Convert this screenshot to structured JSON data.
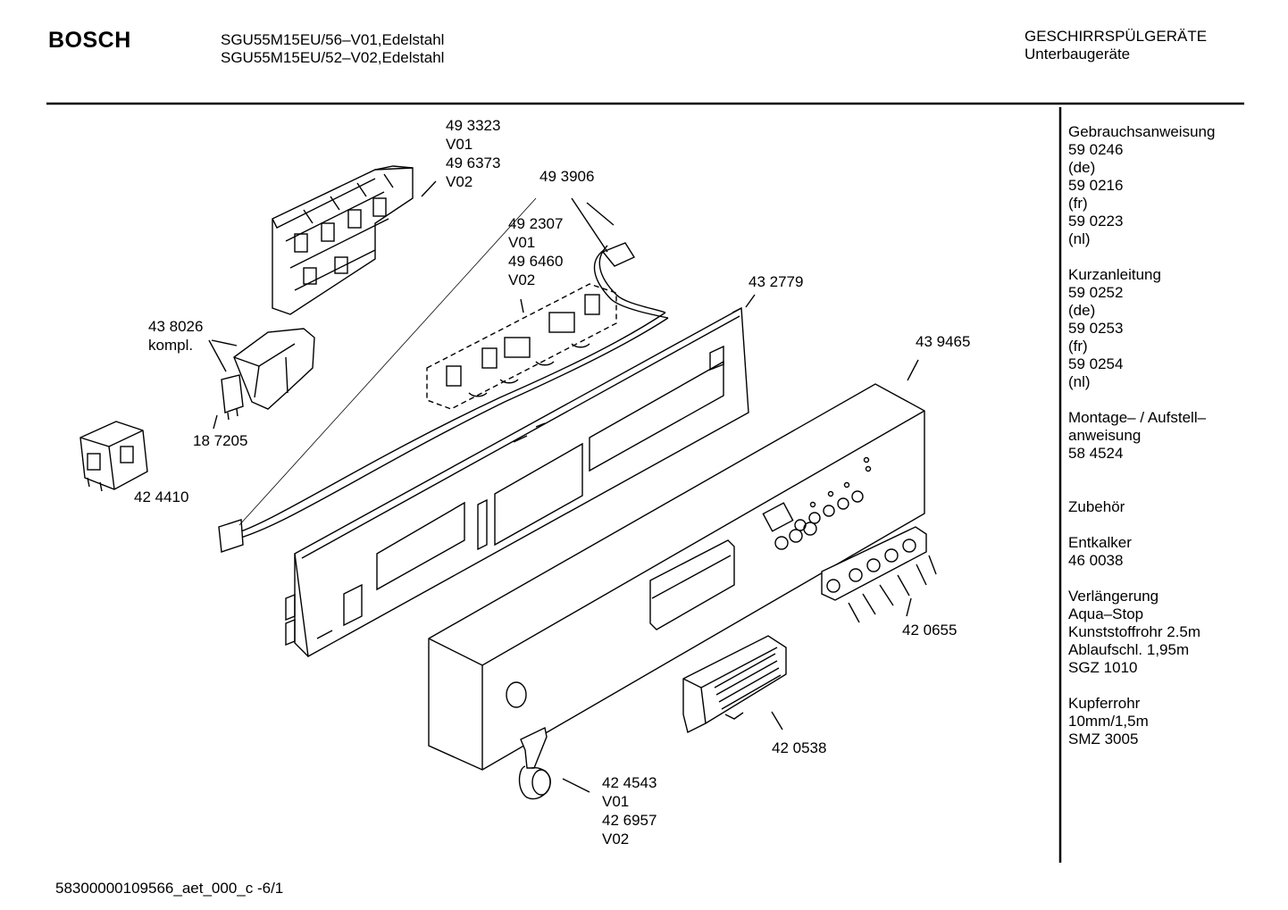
{
  "header": {
    "brand": "BOSCH",
    "models": [
      "SGU55M15EU/56–V01,Edelstahl",
      "SGU55M15EU/52–V02,Edelstahl"
    ],
    "category": "GESCHIRRSPÜLGERÄTE",
    "subcategory": "Unterbaugeräte"
  },
  "labels": {
    "l1": [
      "49 3323",
      "V01",
      "49 6373",
      "V02"
    ],
    "l2": [
      "49 3906"
    ],
    "l3": [
      "49 2307",
      "V01",
      "49 6460",
      "V02"
    ],
    "l4": [
      "43 2779"
    ],
    "l5": [
      "43 8026",
      "kompl."
    ],
    "l6": [
      "43 9465"
    ],
    "l7": [
      "18 7205"
    ],
    "l8": [
      "42 4410"
    ],
    "l9": [
      "42 0655"
    ],
    "l10": [
      "42 0538"
    ],
    "l11": [
      "42 4543",
      "V01",
      "42 6957",
      "V02"
    ]
  },
  "sidebar": [
    [
      "Gebrauchsanweisung",
      "59 0246",
      "(de)",
      "59 0216",
      "(fr)",
      "59 0223",
      "(nl)"
    ],
    [
      "Kurzanleitung",
      "59 0252",
      "(de)",
      "59 0253",
      "(fr)",
      "59 0254",
      "(nl)"
    ],
    [
      "Montage– / Aufstell–",
      "anweisung",
      "58 4524"
    ],
    [
      "Zubehör"
    ],
    [
      "Entkalker",
      "46 0038"
    ],
    [
      "Verlängerung",
      "Aqua–Stop",
      "Kunststoffrohr 2.5m",
      "Ablaufschl. 1,95m",
      "SGZ 1010"
    ],
    [
      "Kupferrohr",
      "10mm/1,5m",
      "SMZ 3005"
    ]
  ],
  "footer": "58300000109566_aet_000_c   -6/1"
}
